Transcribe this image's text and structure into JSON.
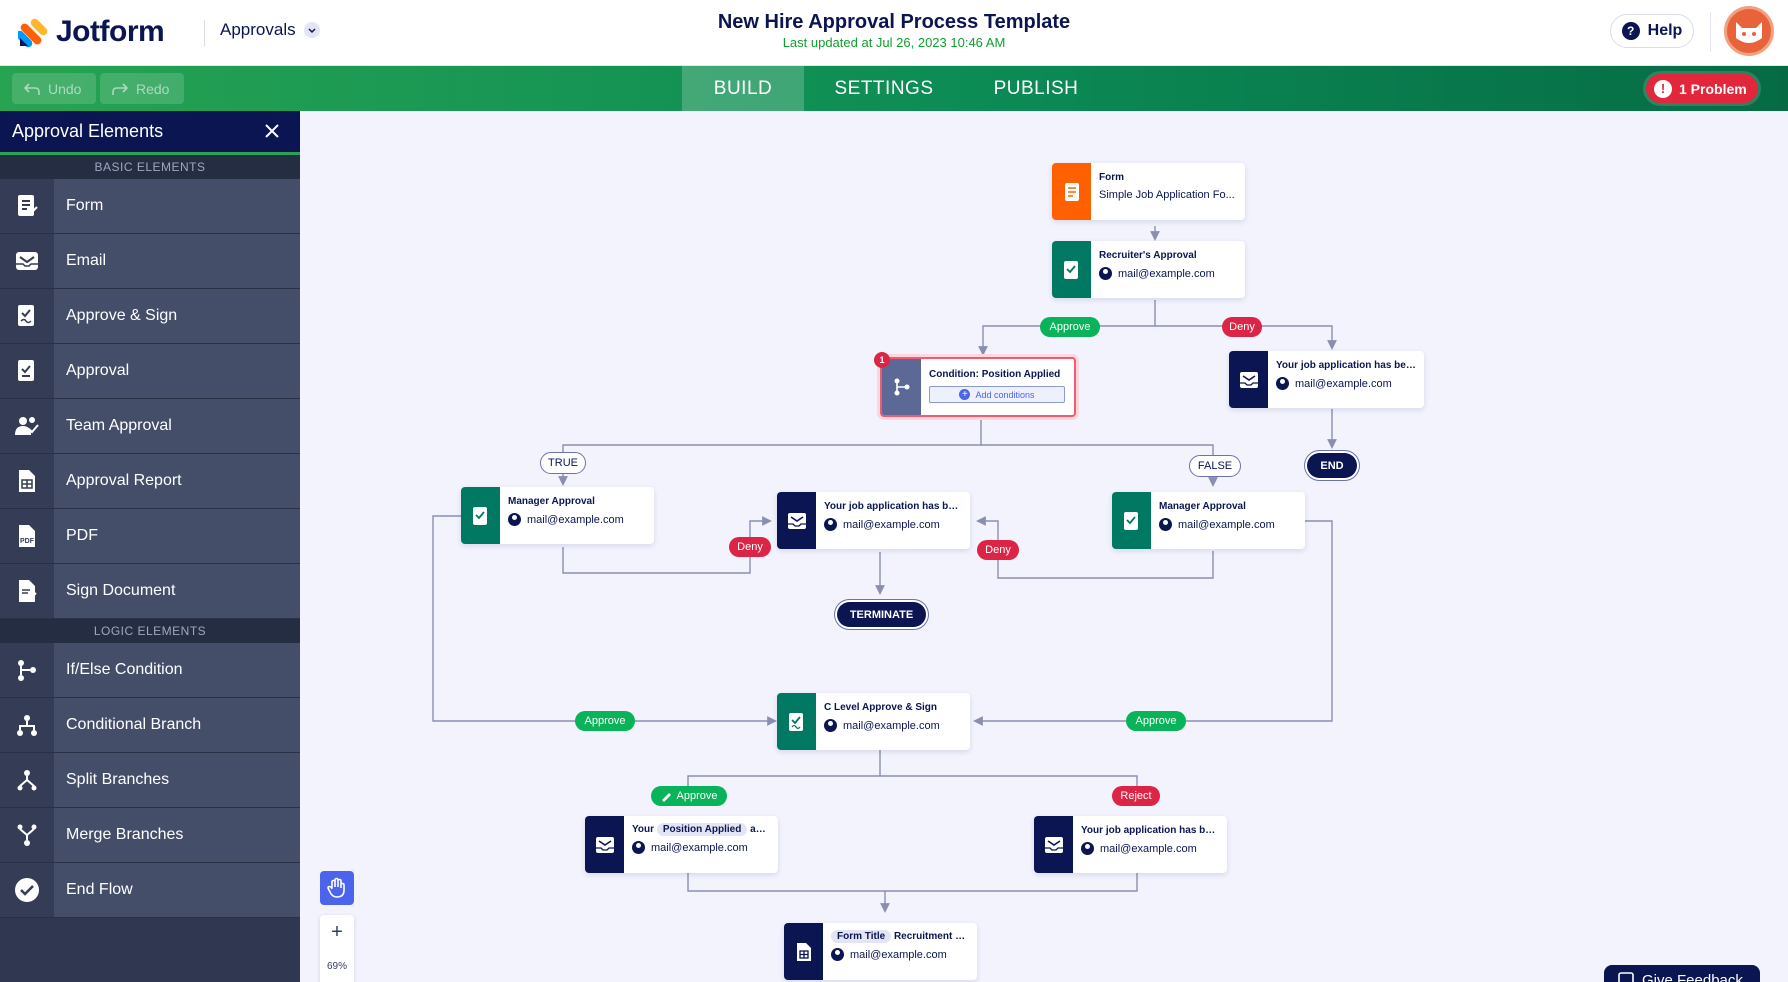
{
  "app": {
    "name": "Jotform",
    "product": "Approvals"
  },
  "header": {
    "title": "New Hire Approval Process Template",
    "subtitle": "Last updated at Jul 26, 2023 10:46 AM",
    "help_label": "Help"
  },
  "toolbar": {
    "undo_label": "Undo",
    "redo_label": "Redo",
    "tabs": [
      {
        "label": "BUILD",
        "active": true
      },
      {
        "label": "SETTINGS",
        "active": false
      },
      {
        "label": "PUBLISH",
        "active": false
      }
    ],
    "problem_label": "1 Problem"
  },
  "sidebar": {
    "title": "Approval Elements",
    "basic_section": "BASIC ELEMENTS",
    "basic_items": [
      {
        "label": "Form",
        "icon": "form-icon"
      },
      {
        "label": "Email",
        "icon": "email-icon"
      },
      {
        "label": "Approve & Sign",
        "icon": "approve-sign-icon"
      },
      {
        "label": "Approval",
        "icon": "approval-icon"
      },
      {
        "label": "Team Approval",
        "icon": "team-approval-icon"
      },
      {
        "label": "Approval Report",
        "icon": "approval-report-icon"
      },
      {
        "label": "PDF",
        "icon": "pdf-icon"
      },
      {
        "label": "Sign Document",
        "icon": "sign-document-icon"
      }
    ],
    "logic_section": "LOGIC ELEMENTS",
    "logic_items": [
      {
        "label": "If/Else Condition",
        "icon": "if-else-icon"
      },
      {
        "label": "Conditional Branch",
        "icon": "conditional-branch-icon"
      },
      {
        "label": "Split Branches",
        "icon": "split-branches-icon"
      },
      {
        "label": "Merge Branches",
        "icon": "merge-branches-icon"
      },
      {
        "label": "End Flow",
        "icon": "end-flow-icon"
      }
    ]
  },
  "flow": {
    "nodes": {
      "form": {
        "title": "Form",
        "sub": "Simple Job Application Fo..."
      },
      "recruiter": {
        "title": "Recruiter's Approval",
        "sub": "mail@example.com"
      },
      "condition": {
        "title": "Condition: Position Applied",
        "add": "Add conditions",
        "badge": "1"
      },
      "email_deny_top": {
        "title": "Your job application has been...",
        "sub": "mail@example.com"
      },
      "manager_left": {
        "title": "Manager Approval",
        "sub": "mail@example.com"
      },
      "email_mid": {
        "title": "Your job application has been...",
        "sub": "mail@example.com"
      },
      "manager_right": {
        "title": "Manager Approval",
        "sub": "mail@example.com"
      },
      "clevel": {
        "title": "C Level Approve & Sign",
        "sub": "mail@example.com"
      },
      "email_approve": {
        "title_pre": "Your",
        "chip": "Position Applied",
        "title_post": "app...",
        "sub": "mail@example.com"
      },
      "email_reject": {
        "title": "Your job application has been...",
        "sub": "mail@example.com"
      },
      "report": {
        "chip": "Form Title",
        "title_post": "Recruitment Re...",
        "sub": "mail@example.com"
      }
    },
    "labels": {
      "approve": "Approve",
      "deny": "Deny",
      "reject": "Reject",
      "true": "TRUE",
      "false": "FALSE",
      "end": "END",
      "terminate": "TERMINATE"
    }
  },
  "zoom": {
    "value": "69%",
    "plus": "+",
    "minus": "−"
  },
  "feedback": {
    "label": "Give Feedback"
  },
  "colors": {
    "green": "#09b359",
    "red": "#dc2446",
    "navy": "#0a1551",
    "orange": "#ff6100",
    "teal": "#007862",
    "condition": "#5c6997"
  }
}
